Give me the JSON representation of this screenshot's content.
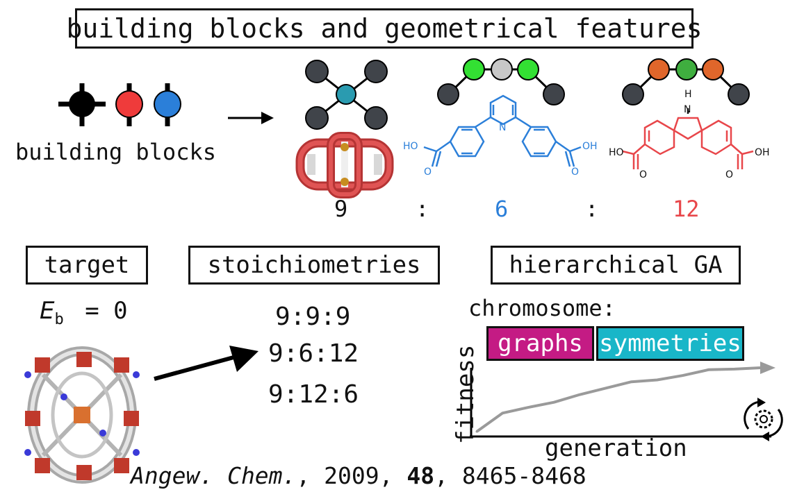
{
  "header": {
    "title": "building blocks and geometrical features"
  },
  "blocks": {
    "label": "building blocks",
    "colors": {
      "black": "#000000",
      "red": "#ef3b3b",
      "blue": "#2b7fd9"
    }
  },
  "linkers": {
    "tetratopic_colors": {
      "node": "#262a30",
      "center": "#2a9bb0"
    },
    "bipyridine": {
      "colors": {
        "end": "#40444a",
        "mid": "#c8c8c8",
        "side": "#33e033"
      },
      "acid_left": "HO",
      "acid_right": "OH",
      "oxygen_left": "O",
      "oxygen_right": "O",
      "nitrogen": "N",
      "color": "#2b7fd9"
    },
    "carbazole": {
      "colors": {
        "end": "#40444a",
        "mid": "#3fae3f",
        "side": "#e0662b"
      },
      "acid_left": "HO",
      "acid_right": "OH",
      "oxygen_left": "O",
      "oxygen_right": "O",
      "nitrogen": "N",
      "hydrogen": "H",
      "color": "#e8464a"
    }
  },
  "ratio": {
    "values": [
      "9",
      "6",
      "12"
    ],
    "separators": [
      ":",
      ":"
    ],
    "colors": [
      "#111111",
      "#2b7fd9",
      "#e8464a"
    ]
  },
  "target": {
    "label": "target",
    "energy_symbol": "E",
    "energy_subscript": "b",
    "energy_value": "= 0"
  },
  "stoichiometries": {
    "label": "stoichiometries",
    "items": [
      "9:9:9",
      "9:6:12",
      "9:12:6"
    ]
  },
  "ga": {
    "label": "hierarchical GA",
    "chromosome_label": "chromosome:",
    "genes": [
      {
        "label": "graphs",
        "color": "#c41b84"
      },
      {
        "label": "symmetries",
        "color": "#19b6c8"
      }
    ]
  },
  "chart_data": {
    "type": "line",
    "xlabel": "generation",
    "ylabel": "fitness",
    "x": [
      0,
      1,
      2,
      3,
      4,
      5,
      6,
      7,
      8,
      9,
      10,
      11
    ],
    "values": [
      0,
      0.29,
      0.38,
      0.46,
      0.58,
      0.68,
      0.78,
      0.81,
      0.88,
      0.97,
      0.98,
      1.0
    ],
    "line_color": "#9a9a9a",
    "ylim": [
      0,
      1
    ]
  },
  "reference": {
    "journal": "Angew. Chem.",
    "year": "2009",
    "volume": "48",
    "pages": "8465-8468"
  }
}
